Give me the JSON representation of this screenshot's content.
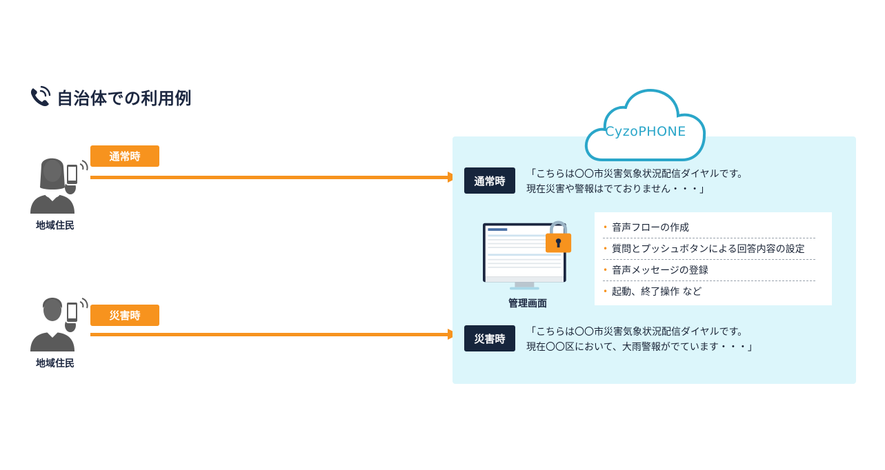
{
  "title": "自治体での利用例",
  "icons": {
    "title": "phone-ringing-icon",
    "person": "person-with-phone-icon",
    "lock": "padlock-icon",
    "cloud": "cloud-icon"
  },
  "colors": {
    "orange": "#f7931e",
    "navy": "#16253c",
    "panel": "#dcf6fb",
    "cloud_stroke": "#2aa6c9"
  },
  "residents": [
    {
      "label": "地域住民",
      "tag": "通常時"
    },
    {
      "label": "地域住民",
      "tag": "災害時"
    }
  ],
  "cloud": {
    "brand": "CyzoPHONE"
  },
  "normal": {
    "badge": "通常時",
    "line1": "「こちらは〇〇市災害気象状況配信ダイヤルです。",
    "line2": "現在災害や警報はでておりません・・・」"
  },
  "disaster": {
    "badge": "災害時",
    "line1": "「こちらは〇〇市災害気象状況配信ダイヤルです。",
    "line2": "現在〇〇区において、大雨警報がでています・・・」"
  },
  "admin": {
    "label": "管理画面"
  },
  "features": [
    "音声フローの作成",
    "質問とプッシュボタンによる回答内容の設定",
    "音声メッセージの登録",
    "起動、終了操作 など"
  ]
}
